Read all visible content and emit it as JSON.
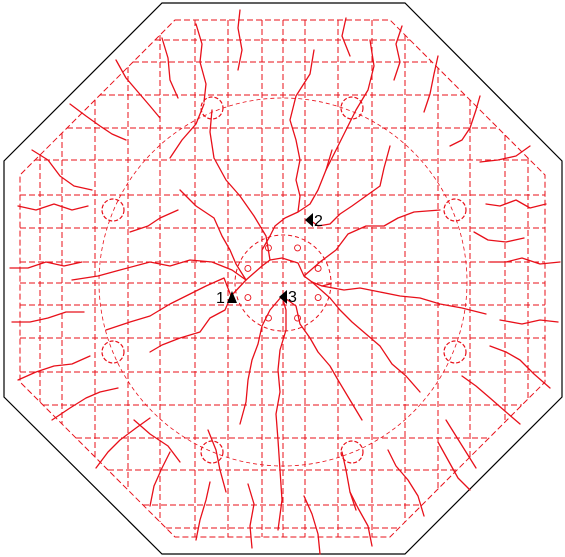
{
  "colors": {
    "outline": "#000000",
    "grid": "#e8101a",
    "crack": "#e8101a",
    "marker": "#000000",
    "label": "#000000"
  },
  "icons": {
    "marker": "triangle-marker-icon",
    "anchor": "dashed-circle-icon"
  },
  "labels": {
    "point_1": "1",
    "point_2": "2",
    "point_3": "3"
  }
}
